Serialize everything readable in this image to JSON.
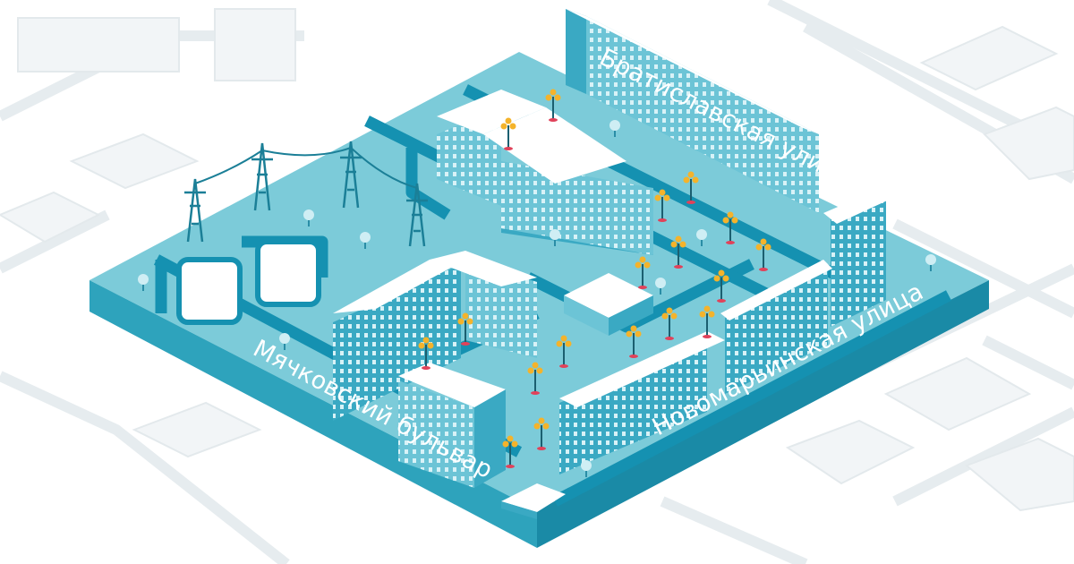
{
  "map": {
    "streets": [
      {
        "id": "bratislavskaya",
        "name": "Братиславская улица"
      },
      {
        "id": "novomarinskaya",
        "name": "Новомарьинская улица"
      },
      {
        "id": "myachkovsky",
        "name": "Мячковский бульвар"
      }
    ]
  },
  "colors": {
    "platform_top": "#7ccbd9",
    "platform_left": "#2ea3bc",
    "platform_right": "#1a8aa6",
    "road": "#1591b1",
    "building_wall_light": "#6cc4d6",
    "building_wall_dark": "#3aa9c3",
    "building_roof": "#ffffff",
    "window": "#d8f2f7",
    "background_map": "#e9eef1",
    "lamp_light": "#f4b32b"
  },
  "icons": [
    "power-tower-icon",
    "street-lamp-icon",
    "tree-icon"
  ]
}
